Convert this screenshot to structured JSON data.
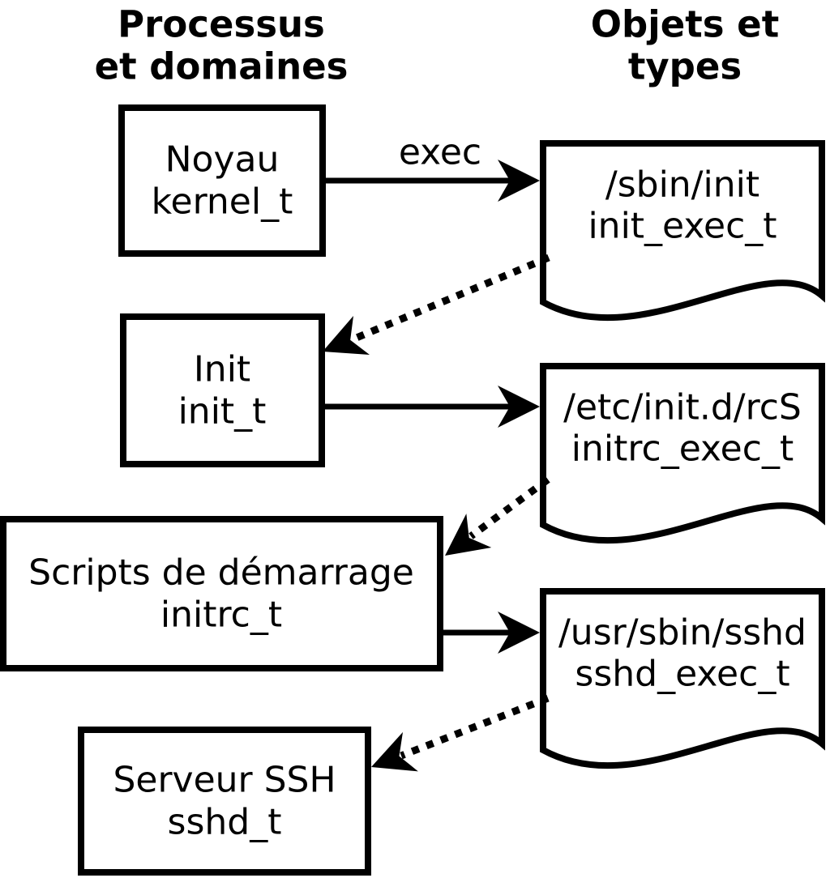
{
  "diagram": {
    "title_columns": {
      "processes": {
        "line1": "Processus",
        "line2": "et domaines"
      },
      "objects": {
        "line1": "Objets et",
        "line2": "types"
      }
    },
    "exec_label": "exec",
    "processes": [
      {
        "name": "Noyau",
        "type": "kernel_t"
      },
      {
        "name": "Init",
        "type": "init_t"
      },
      {
        "name": "Scripts de démarrage",
        "type": "initrc_t"
      },
      {
        "name": "Serveur SSH",
        "type": "sshd_t"
      }
    ],
    "objects": [
      {
        "path": "/sbin/init",
        "type": "init_exec_t"
      },
      {
        "path": "/etc/init.d/rcS",
        "type": "initrc_exec_t"
      },
      {
        "path": "/usr/sbin/sshd",
        "type": "sshd_exec_t"
      }
    ],
    "colors": {
      "stroke": "#000000",
      "fill": "#ffffff",
      "background": "#ffffff"
    }
  }
}
